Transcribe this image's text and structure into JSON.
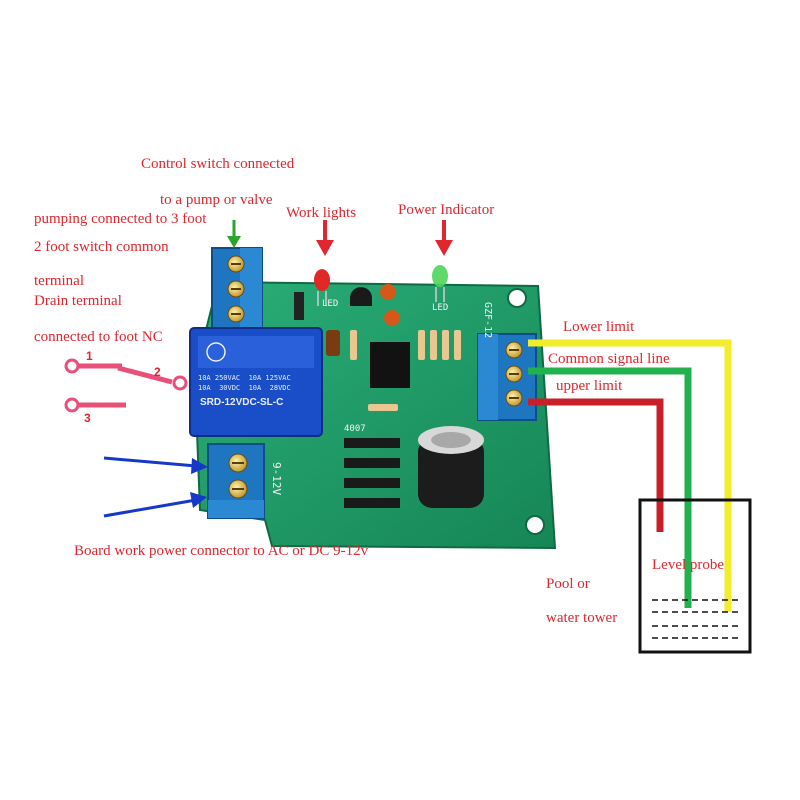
{
  "labels": {
    "control_line1": "Control switch connected",
    "control_line2": "to a pump or valve",
    "pumping": "pumping connected to 3 foot",
    "common_switch": "2 foot switch common",
    "terminal": "terminal",
    "drain": "Drain terminal",
    "connected_nc": "connected to  foot  NC",
    "work_lights": "Work lights",
    "power_indicator": "Power Indicator",
    "lower_limit": "Lower limit",
    "common_signal": "Common signal line",
    "upper_limit": "upper limit",
    "power_connector": "Board work  power connector to AC or DC 9-12v",
    "pool_line1": "Pool or",
    "pool_line2": "water tower",
    "level_probe": "Level probe"
  },
  "switch_pins": {
    "pin1": "1",
    "pin2": "2",
    "pin3": "3"
  },
  "board_marks": {
    "relay_line1": "10A 250VAC  10A 125VAC",
    "relay_line2": "10A  30VDC  10A  28VDC",
    "relay_model": "SRD-12VDC-SL-C",
    "diode_code": "4007",
    "voltage": "9-12V",
    "board_id": "GZF-12",
    "led_left": "LED",
    "led_right": "LED"
  },
  "colors": {
    "annotation_text": "#e0262e",
    "arrow_red": "#e0262e",
    "arrow_green": "#2aa52a",
    "arrow_blue": "#1538c8",
    "pcb_green": "#1e9a68",
    "terminal_blue": "#1f76c0",
    "relay_blue": "#1a4ec8",
    "wire_red": "#c8202a",
    "wire_green": "#22b14c",
    "wire_yellow": "#f2ec2a",
    "switch_pink": "#e8507a"
  },
  "icons": [
    "down-arrow-icon",
    "right-arrow-icon",
    "screw-terminal-icon",
    "relay-icon",
    "led-icon",
    "capacitor-icon",
    "diode-icon",
    "ic-chip-icon",
    "switch-contact-icon",
    "tank-icon"
  ]
}
